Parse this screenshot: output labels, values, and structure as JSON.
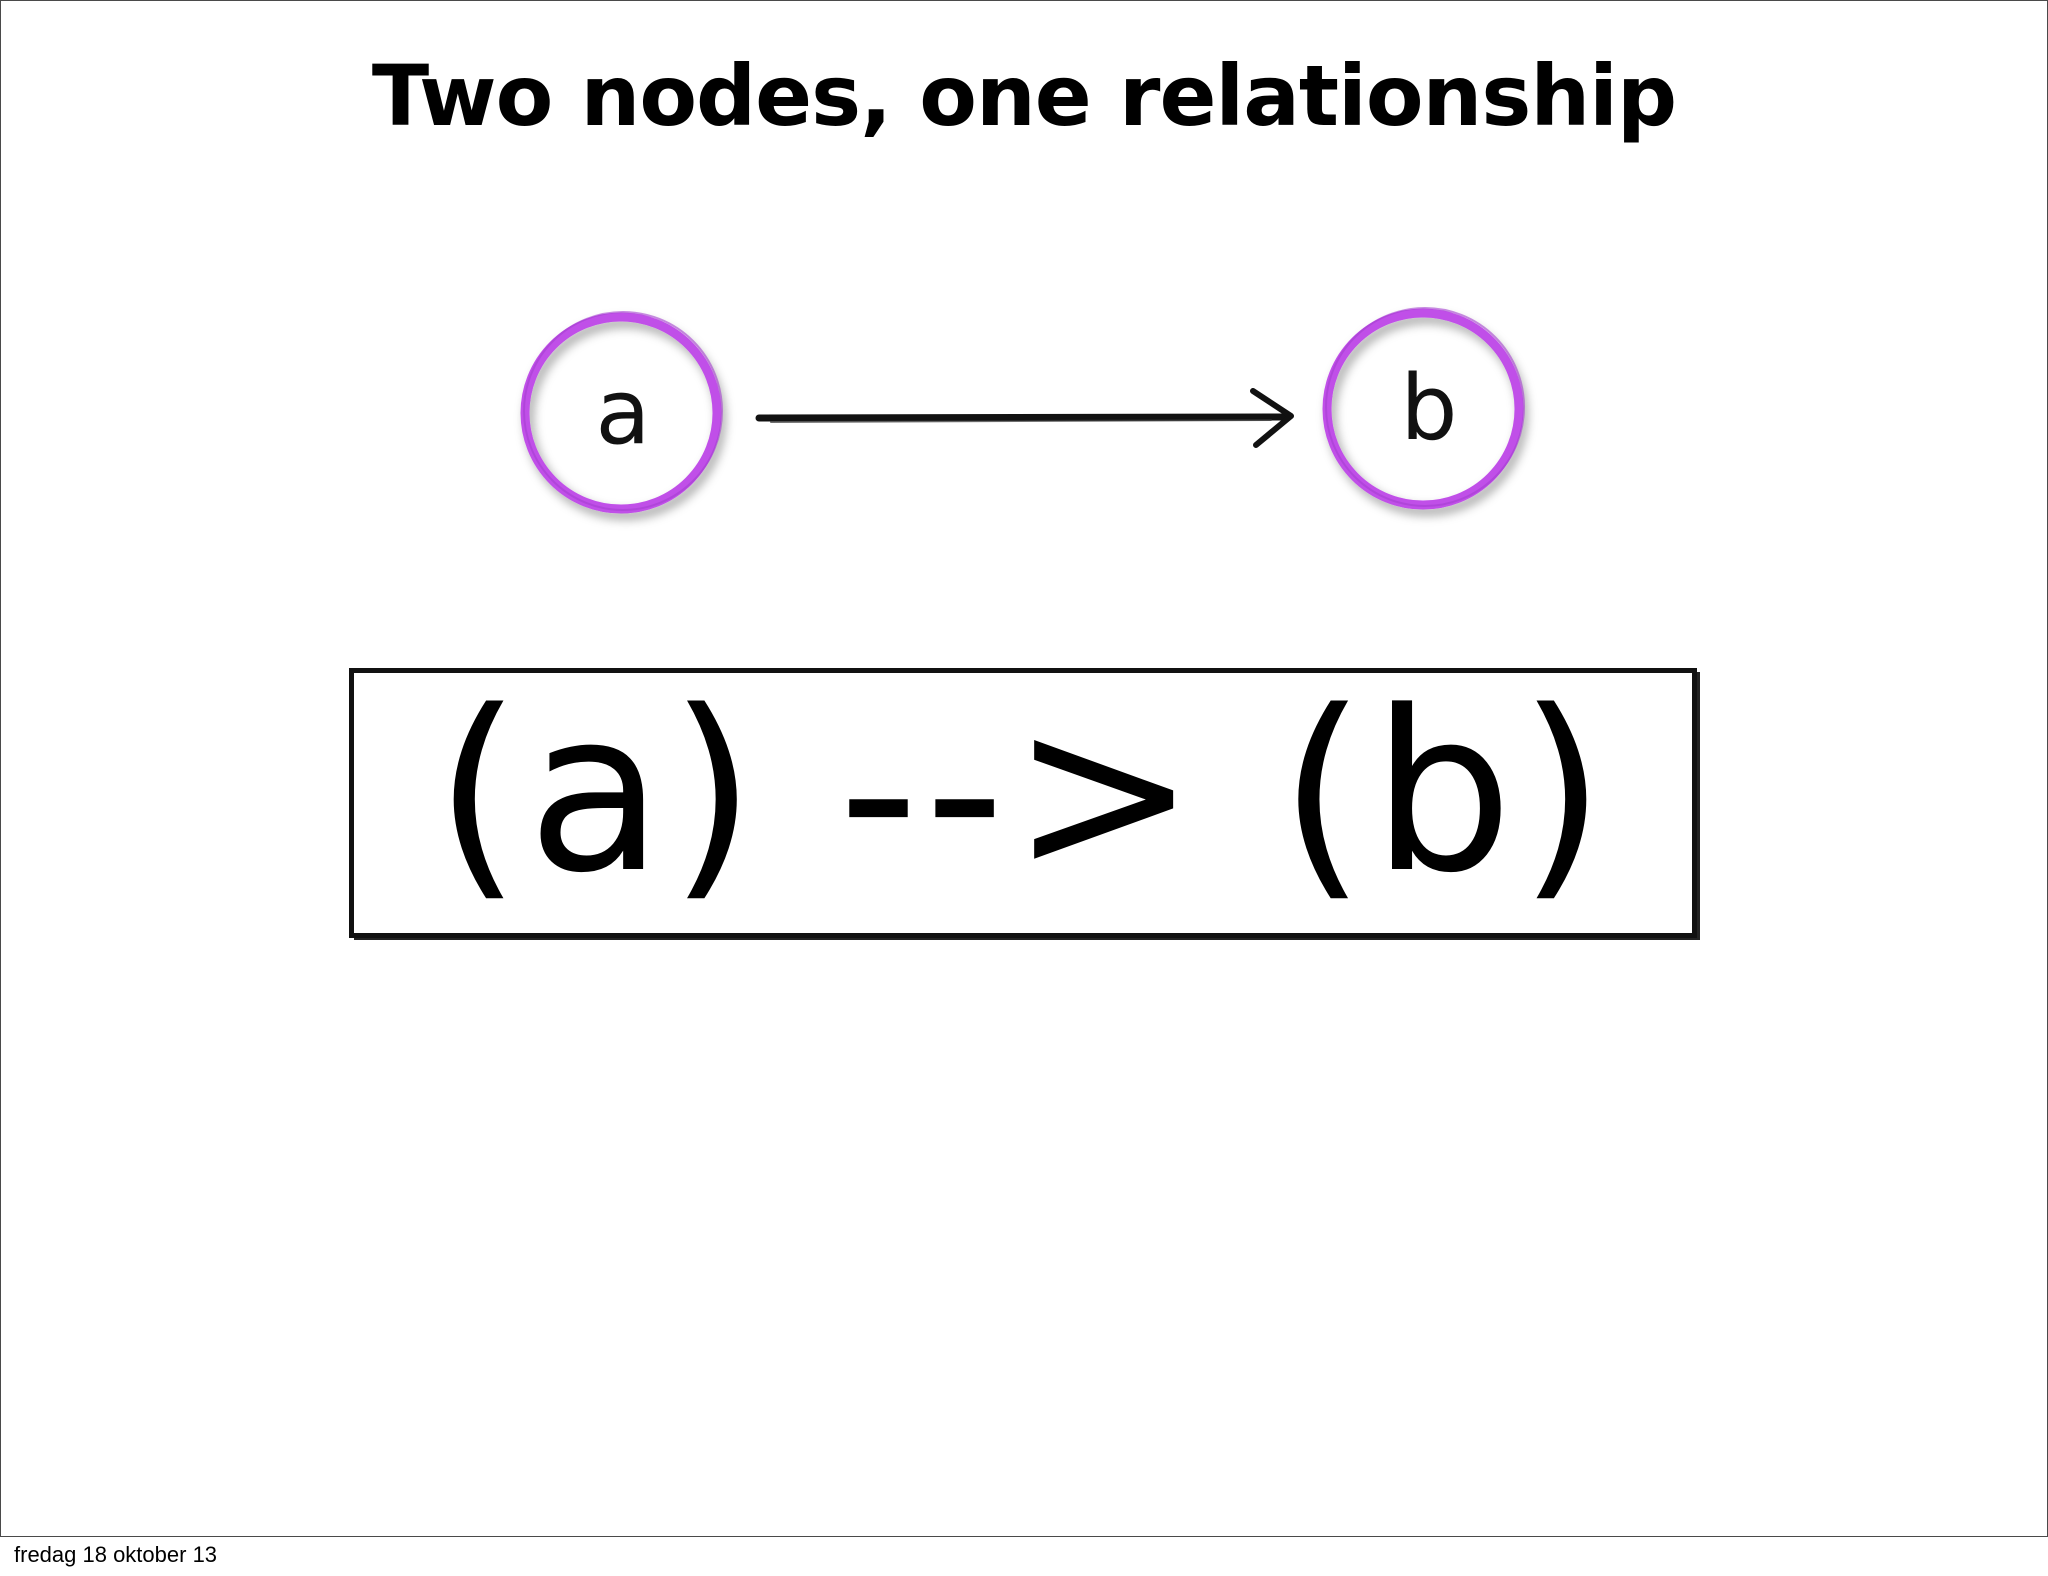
{
  "slide": {
    "title": "Two nodes, one relationship",
    "footer_date": "fredag 18 oktober 13"
  },
  "diagram": {
    "nodes": [
      {
        "id": "a",
        "label": "a"
      },
      {
        "id": "b",
        "label": "b"
      }
    ],
    "edges": [
      {
        "from": "a",
        "to": "b",
        "directed": true
      }
    ],
    "node_stroke_color": "#c050e8",
    "edge_color": "#111111"
  },
  "pattern": {
    "text": "(a) --> (b)"
  }
}
